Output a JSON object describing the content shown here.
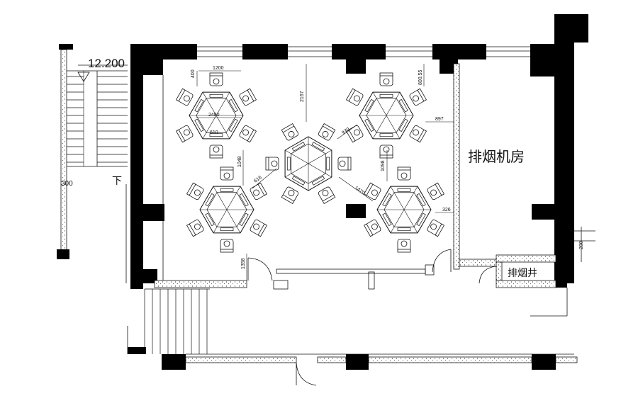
{
  "labels": {
    "elevation": "12.200",
    "stair_down": "下",
    "stair_side": "300",
    "smoke_machine_room": "排烟机房",
    "smoke_shaft": "排烟井"
  },
  "dimensions": {
    "d1200": "1200",
    "d400": "400",
    "d2480": "2480",
    "d610": "610",
    "d1048": "1048",
    "d2167": "2167",
    "d970": "970",
    "d616": "616",
    "d80055": "800.55",
    "d897": "897",
    "d1098": "1098",
    "d1470": "1470",
    "d326": "326",
    "d1358": "1358",
    "d200": "200"
  },
  "colors": {
    "wall": "#000000",
    "line": "#111111",
    "fill_hatch": "#f2f2f2"
  }
}
